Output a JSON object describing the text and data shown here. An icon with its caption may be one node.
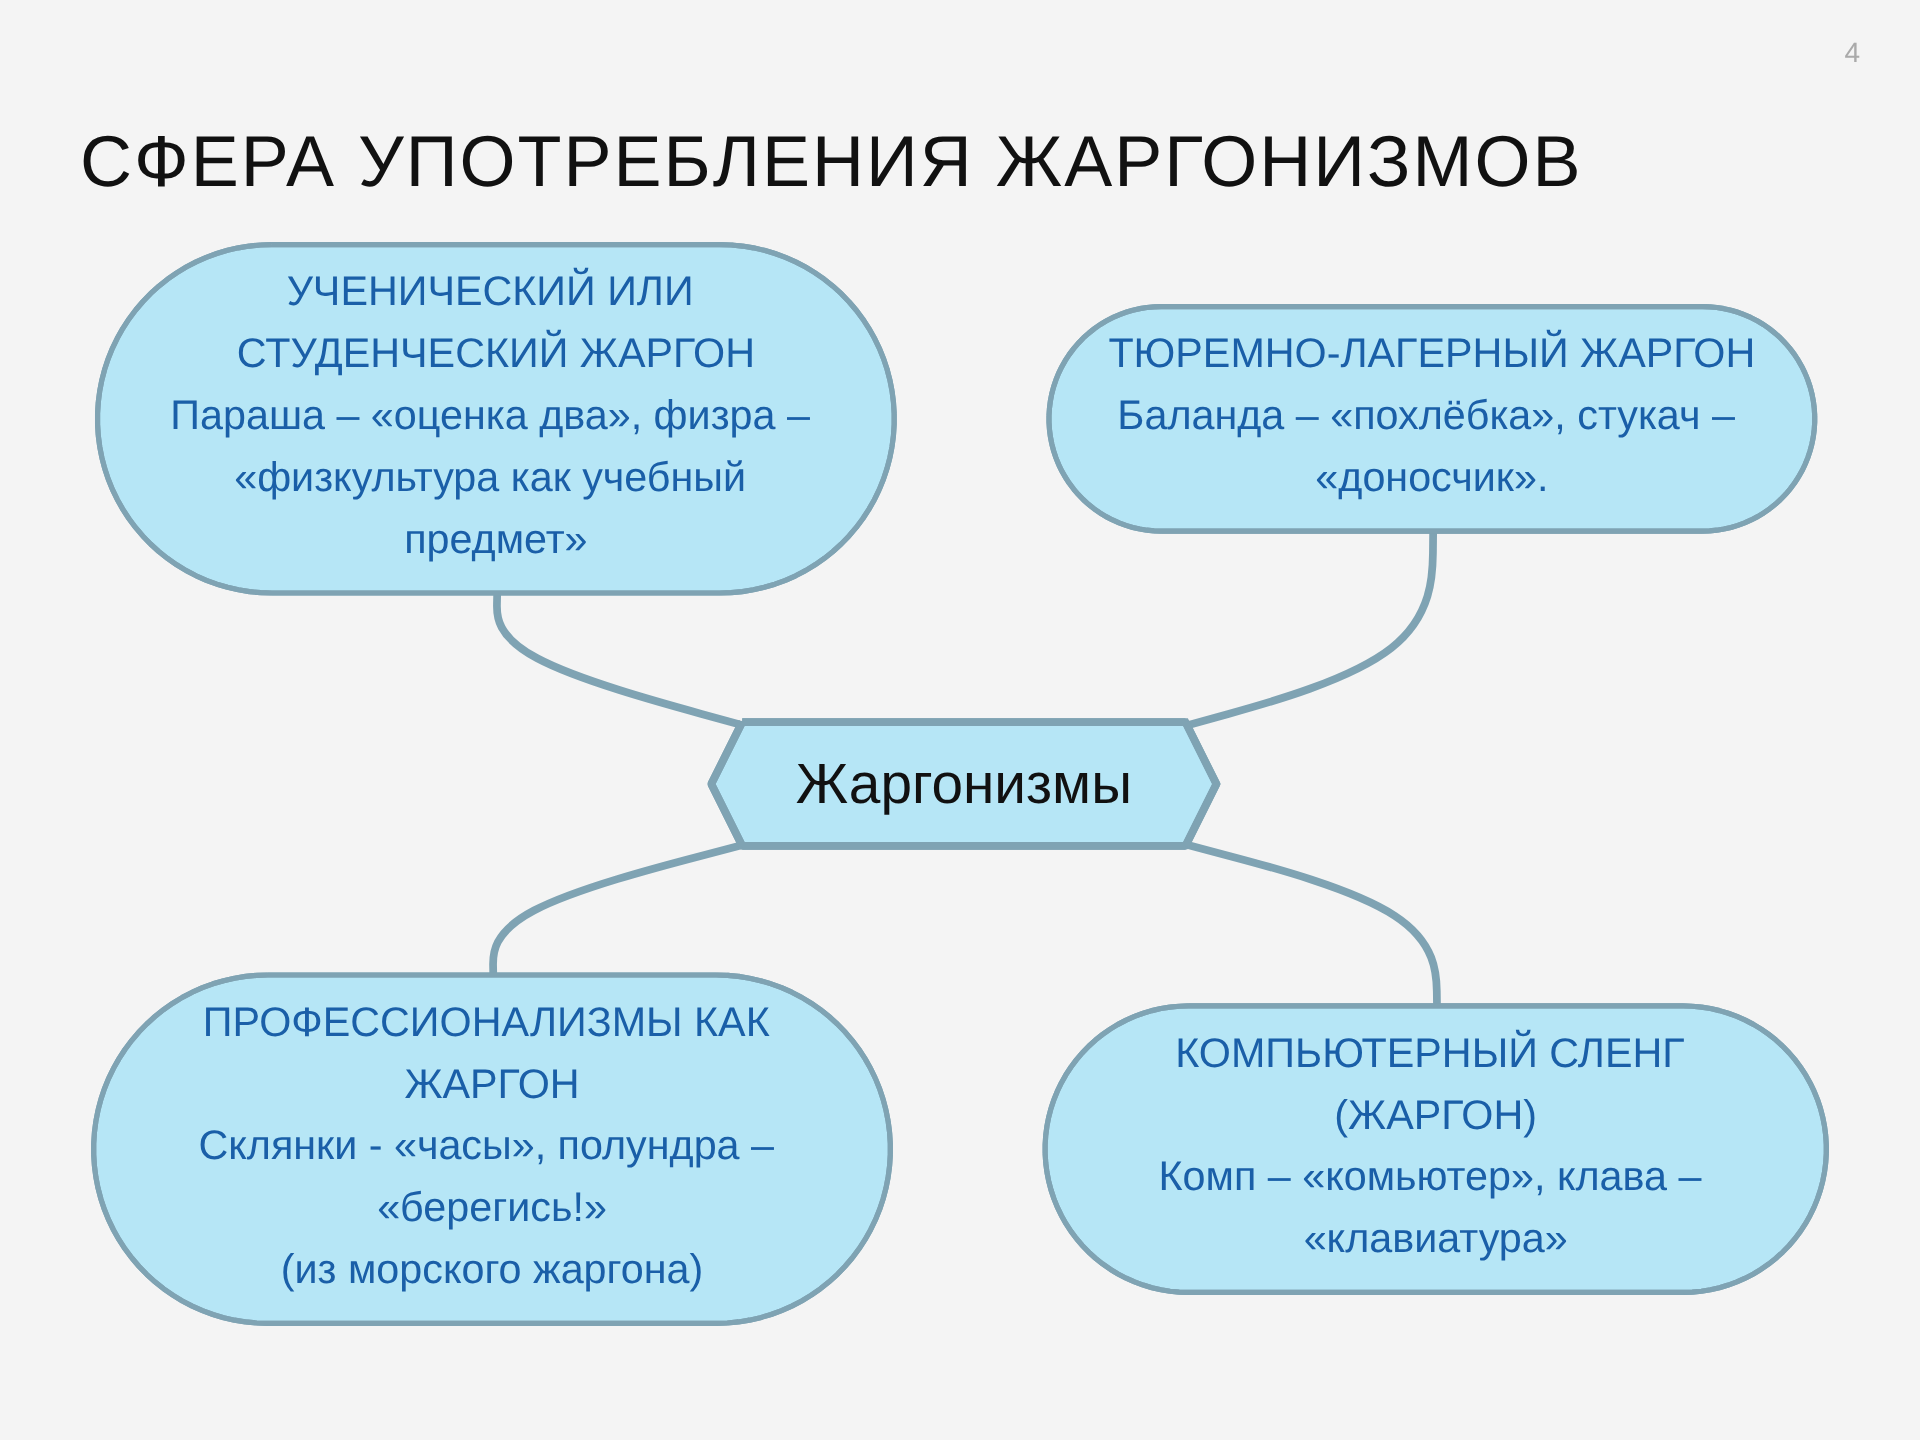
{
  "diagram": {
    "title": "СФЕРА УПОТРЕБЛЕНИЯ ЖАРГОНИЗМОВ",
    "nodes": [
      {
        "text": [
          "Жаргонизмы"
        ]
      },
      {
        "text": [
          "УЧЕНИЧЕСКИЙ ИЛИ СТУДЕНЧЕСКИЙ ЖАРГОН",
          "Параша – «оценка два», физра – «физкультура как учебный предмет»"
        ]
      },
      {
        "text": [
          "ТЮРЕМНО-ЛАГЕРНЫЙ ЖАРГОН",
          "Баланда – «похлёбка», стукач – «доносчик»."
        ]
      },
      {
        "text": [
          "ПРОФЕССИОНАЛИЗМЫ КАК ЖАРГОН",
          "Склянки - «часы», полундра – «берегись!»",
          "(из морского жаргона)"
        ]
      },
      {
        "text": [
          "КОМПЬЮТЕРНЫЙ СЛЕНГ (ЖАРГОН)",
          "Комп – «комьютер», клава – «клавиатура»"
        ]
      }
    ],
    "edges": [
      {
        "from": 1,
        "to": 0,
        "arrow": "none"
      },
      {
        "from": 2,
        "to": 0,
        "arrow": "none"
      },
      {
        "from": 0,
        "to": 3,
        "arrow": "none"
      },
      {
        "from": 0,
        "to": 4,
        "arrow": "none"
      }
    ],
    "labels": [
      "4"
    ]
  }
}
